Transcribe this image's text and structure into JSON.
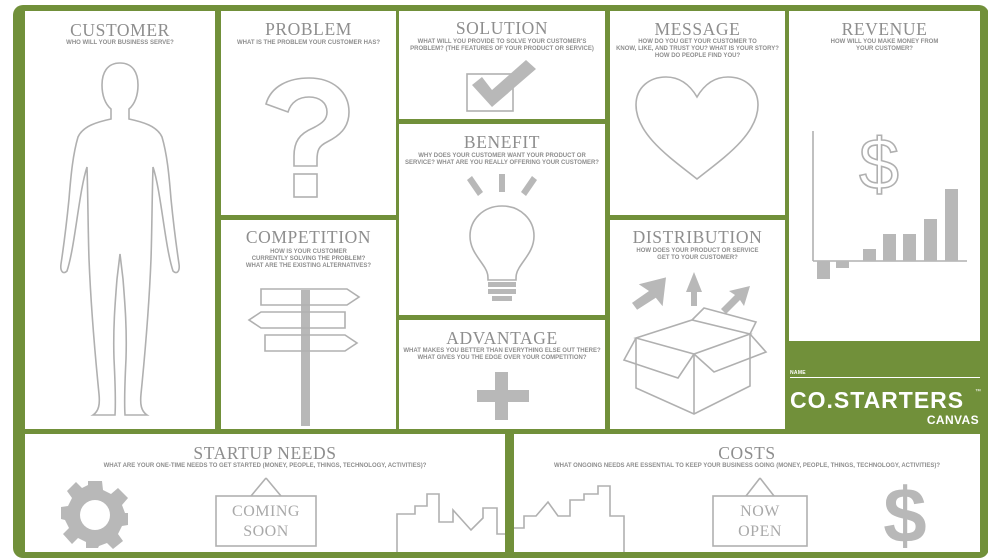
{
  "sections": {
    "customer": {
      "title": "CUSTOMER",
      "subtitle": "WHO WILL YOUR BUSINESS SERVE?"
    },
    "problem": {
      "title": "PROBLEM",
      "subtitle": "WHAT IS THE PROBLEM YOUR CUSTOMER HAS?"
    },
    "solution": {
      "title": "SOLUTION",
      "subtitle_lines": [
        "WHAT WILL YOU PROVIDE TO SOLVE YOUR CUSTOMER'S",
        "PROBLEM? (THE FEATURES OF YOUR PRODUCT OR SERVICE)"
      ]
    },
    "message": {
      "title": "MESSAGE",
      "subtitle_lines": [
        "HOW DO YOU GET YOUR CUSTOMER TO",
        "KNOW, LIKE, AND TRUST YOU? WHAT IS YOUR STORY?",
        "HOW DO PEOPLE FIND YOU?"
      ]
    },
    "revenue": {
      "title": "REVENUE",
      "subtitle_lines": [
        "HOW WILL YOU MAKE MONEY FROM",
        "YOUR CUSTOMER?"
      ]
    },
    "benefit": {
      "title": "BENEFIT",
      "subtitle_lines": [
        "WHY DOES YOUR CUSTOMER WANT YOUR PRODUCT OR",
        "SERVICE? WHAT ARE YOU REALLY OFFERING YOUR CUSTOMER?"
      ]
    },
    "competition": {
      "title": "COMPETITION",
      "subtitle_lines": [
        "HOW IS YOUR CUSTOMER",
        "CURRENTLY SOLVING THE PROBLEM?",
        "WHAT ARE THE EXISTING ALTERNATIVES?"
      ]
    },
    "distribution": {
      "title": "DISTRIBUTION",
      "subtitle_lines": [
        "HOW DOES YOUR PRODUCT OR SERVICE",
        "GET TO YOUR CUSTOMER?"
      ]
    },
    "advantage": {
      "title": "ADVANTAGE",
      "subtitle_lines": [
        "WHAT MAKES YOU BETTER THAN EVERYTHING ELSE OUT THERE?",
        "WHAT GIVES YOU THE EDGE OVER YOUR COMPETITION?"
      ]
    },
    "startup_needs": {
      "title": "STARTUP NEEDS",
      "subtitle": "WHAT ARE YOUR ONE-TIME NEEDS TO GET STARTED (MONEY, PEOPLE, THINGS, TECHNOLOGY, ACTIVITIES)?",
      "sign_lines": [
        "COMING",
        "SOON"
      ]
    },
    "costs": {
      "title": "COSTS",
      "subtitle": "WHAT ONGOING NEEDS ARE ESSENTIAL TO KEEP YOUR BUSINESS GOING (MONEY, PEOPLE, THINGS, TECHNOLOGY, ACTIVITIES)?",
      "sign_lines": [
        "NOW",
        "OPEN"
      ]
    }
  },
  "brand": {
    "name_label": "NAME",
    "logo": "CO.STARTERS",
    "trademark": "™",
    "sublabel": "CANVAS"
  },
  "icons": {
    "customer": "person-silhouette-icon",
    "problem": "question-mark-icon",
    "solution": "checkbox-icon",
    "message": "heart-icon",
    "revenue": "dollar-bar-chart-icon",
    "benefit": "lightbulb-icon",
    "competition": "signpost-icon",
    "distribution": "open-box-icon",
    "advantage": "plus-icon",
    "startup_needs": [
      "gear-icon",
      "sign-icon",
      "skyline-icon"
    ],
    "costs": [
      "skyline-icon",
      "sign-icon",
      "dollar-icon"
    ]
  },
  "colors": {
    "frame": "#71903a",
    "panel": "#ffffff",
    "text": "#8e8e8e",
    "icon": "#b8b8b8"
  }
}
